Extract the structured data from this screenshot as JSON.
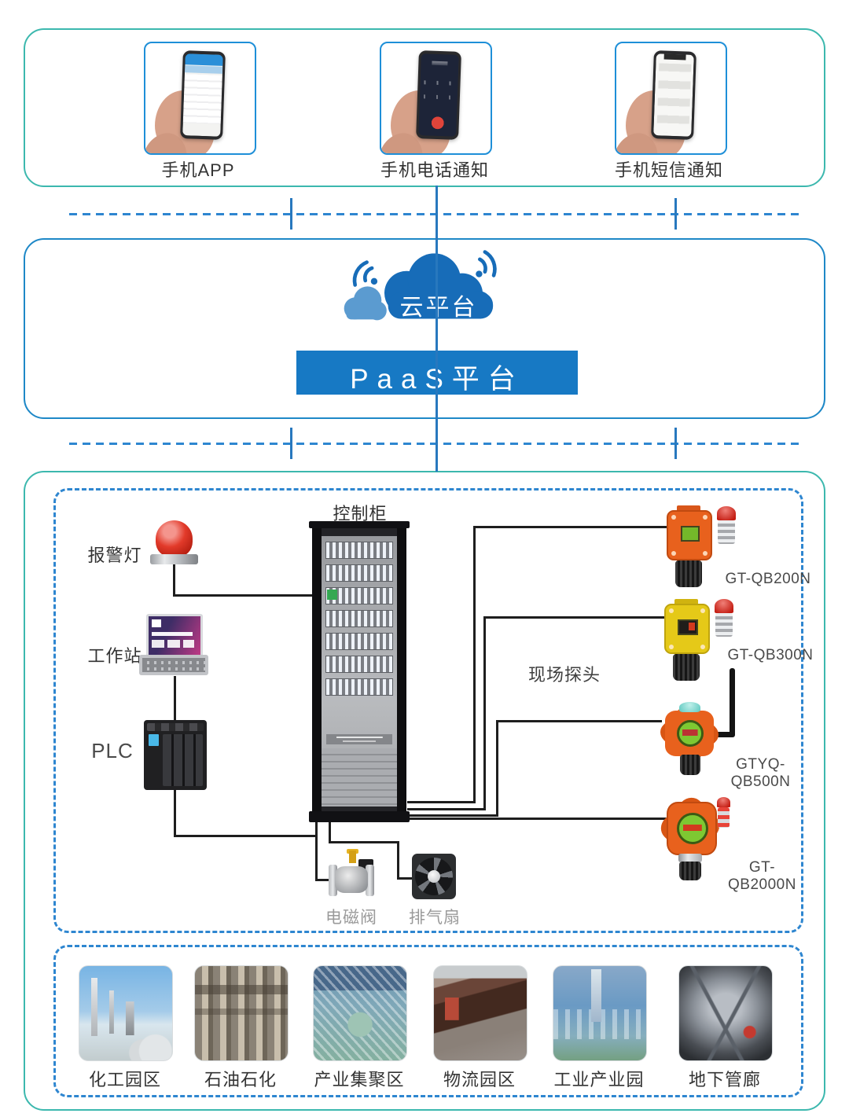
{
  "top_section": {
    "phones": [
      {
        "label": "手机APP",
        "icon": "phone-app-screen"
      },
      {
        "label": "手机电话通知",
        "icon": "phone-call-screen"
      },
      {
        "label": "手机短信通知",
        "icon": "phone-sms-screen"
      }
    ]
  },
  "cloud_section": {
    "cloud_label": "云平台",
    "paas_label": "PaaS平台"
  },
  "device_section": {
    "cabinet_label": "控制柜",
    "alarm_label": "报警灯",
    "workstation_label": "工作站",
    "plc_label": "PLC",
    "probes_label": "现场探头",
    "detectors": [
      {
        "model": "GT-QB200N"
      },
      {
        "model": "GT-QB300N"
      },
      {
        "model": "GTYQ-QB500N"
      },
      {
        "model": "GT-QB2000N"
      }
    ],
    "valve_label": "电磁阀",
    "fan_label": "排气扇"
  },
  "sites_section": {
    "sites": [
      {
        "label": "化工园区"
      },
      {
        "label": "石油石化"
      },
      {
        "label": "产业集聚区"
      },
      {
        "label": "物流园区"
      },
      {
        "label": "工业产业园"
      },
      {
        "label": "地下管廊"
      }
    ]
  },
  "colors": {
    "teal_border": "#3cb8ae",
    "blue_border": "#1e88c7",
    "dashed_blue": "#2e86d0",
    "cloud_blue": "#176cb8",
    "paas_blue": "#1779c4",
    "wire_black": "#1e1e1e",
    "alarm_red": "#d42a20"
  }
}
